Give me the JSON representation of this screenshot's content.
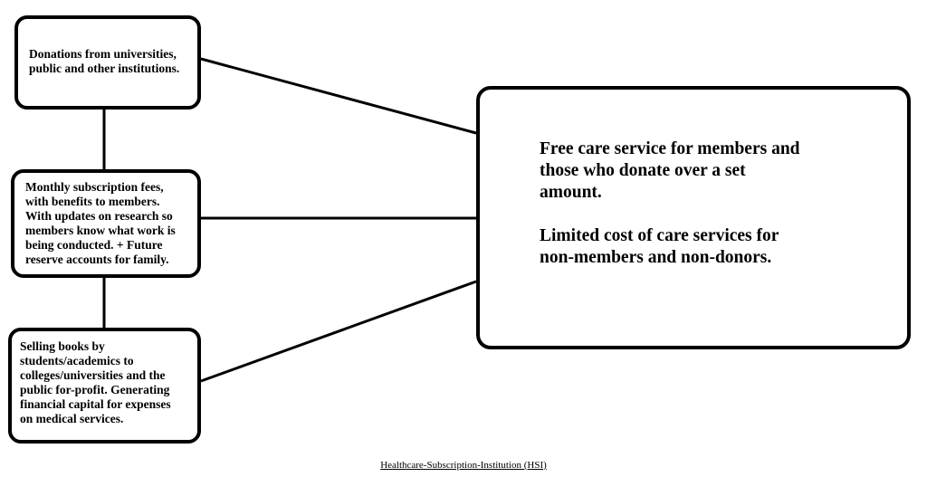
{
  "boxes": {
    "donations": "Donations from universities,\npublic and other institutions.",
    "subscription": "Monthly subscription fees,\nwith benefits to members.\nWith updates on research so\nmembers know what work is\nbeing conducted. + Future\nreserve accounts for family.",
    "books": "Selling books by\nstudents/academics to\ncolleges/universities and the\npublic for-profit. Generating\nfinancial capital for expenses\non medical services."
  },
  "main": {
    "paragraph_1": "Free care service for members and\nthose who donate over a set\namount.",
    "paragraph_2": "Limited cost of care services for\nnon-members and non-donors."
  },
  "caption": "Healthcare-Subscription-Institution (HSI)"
}
